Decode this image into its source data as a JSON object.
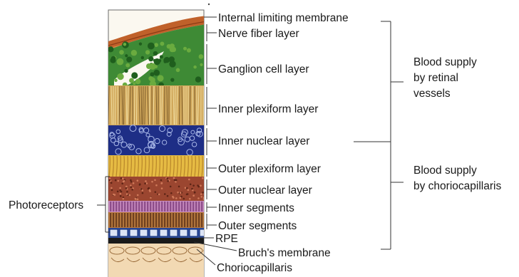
{
  "diagram": {
    "layers": [
      "Internal limiting membrane",
      "Nerve fiber layer",
      "Ganglion cell layer",
      "Inner plexiform layer",
      "Inner nuclear layer",
      "Outer plexiform layer",
      "Outer nuclear layer",
      "Inner segments",
      "Outer segments",
      "RPE",
      "Bruch's membrane",
      "Choriocapillaris"
    ],
    "photoreceptors_label": "Photoreceptors",
    "blood_supply_retinal": [
      "Blood supply",
      "by retinal",
      "vessels"
    ],
    "blood_supply_choriocapillaris": [
      "Blood supply",
      "by choriocapillaris"
    ],
    "colors": {
      "nerve_fiber": "#c0612a",
      "ganglion": "#2f7a2c",
      "inner_plexiform": "#c59a4e",
      "inner_nuclear": "#1e2e86",
      "outer_plexiform": "#e6bb43",
      "outer_nuclear": "#9b4630",
      "inner_segments": "#c98ec1",
      "outer_segments": "#b87a3e",
      "rpe": "#2c4b9c",
      "choriocapillaris": "#e7c39a"
    }
  }
}
